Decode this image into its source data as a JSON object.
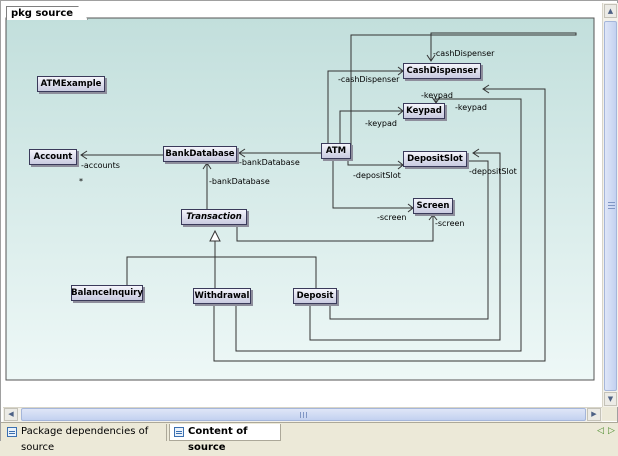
{
  "package_label": "pkg source",
  "classes": {
    "atm_example": "ATMExample",
    "account": "Account",
    "bank_database": "BankDatabase",
    "atm": "ATM",
    "cash_dispenser": "CashDispenser",
    "keypad": "Keypad",
    "deposit_slot": "DepositSlot",
    "screen": "Screen",
    "transaction": "Transaction",
    "balance_inquiry": "BalanceInquiry",
    "withdrawal": "Withdrawal",
    "deposit": "Deposit"
  },
  "role_labels": {
    "cash_dispenser_top": "-cashDispenser",
    "cash_dispenser_atm": "-cashDispenser",
    "keypad_top": "-keypad",
    "keypad_right": "-keypad",
    "keypad_atm": "-keypad",
    "accounts": "-accounts",
    "accounts_multiplicity": "*",
    "bank_database_atm": "-bankDatabase",
    "bank_database_transaction": "-bankDatabase",
    "deposit_slot_atm": "-depositSlot",
    "deposit_slot_right": "-depositSlot",
    "screen_atm": "-screen",
    "screen_transaction": "-screen"
  },
  "tabs": [
    {
      "label": "Package dependencies of source"
    },
    {
      "label": "Content of source"
    }
  ],
  "active_tab": "Content of source",
  "colors": {
    "canvas_gradient_top": "#c2dfdc",
    "canvas_gradient_bottom": "#eef8f7",
    "node_fill": "#d9dbea",
    "line": "#333333"
  }
}
